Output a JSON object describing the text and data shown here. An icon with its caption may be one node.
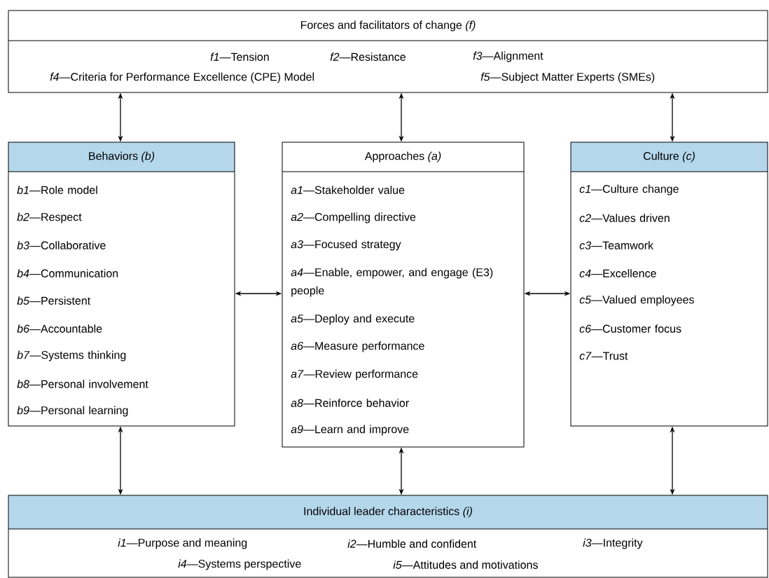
{
  "diagram": {
    "nodes": [
      {
        "text": [
          "Forces and facilitators of change *(f)*",
          "*f1*—Tension",
          "*f2*—Resistance",
          "*f3*—Alignment",
          "*f4*—Criteria for Performance Excellence (CPE) Model",
          "*f5*—Subject Matter Experts (SMEs)"
        ]
      },
      {
        "text": [
          "Behaviors *(b)*",
          "*b1*—Role model",
          "*b2*—Respect",
          "*b3*—Collaborative",
          "*b4*—Communication",
          "*b5*—Persistent",
          "*b6*—Accountable",
          "*b7*—Systems thinking",
          "*b8*—Personal involvement",
          "*b9*—Personal learning"
        ]
      },
      {
        "text": [
          "Approaches *(a)*",
          "*a1*—Stakeholder value",
          "*a2*—Compelling directive",
          "*a3*—Focused strategy",
          "*a4*—Enable, empower, and engage (E3) people",
          "*a5*—Deploy and execute",
          "*a6*—Measure performance",
          "*a7*—Review performance",
          "*a8*—Reinforce behavior",
          "*a9*—Learn and improve"
        ]
      },
      {
        "text": [
          "Culture *(c)*",
          "*c1*—Culture change",
          "*c2*—Values driven",
          "*c3*—Teamwork",
          "*c4*—Excellence",
          "*c5*—Valued employees",
          "*c6*—Customer focus",
          "*c7*—Trust"
        ]
      },
      {
        "text": [
          "Individual leader characteristics *(i)*",
          "*i1*—Purpose and meaning",
          "*i2*—Humble and confident",
          "*i3*—Integrity",
          "*i4*—Systems perspective",
          "*i5*—Attitudes and motivations"
        ]
      }
    ],
    "edges": [
      {
        "from": 0,
        "to": 1,
        "arrow": "both"
      },
      {
        "from": 0,
        "to": 2,
        "arrow": "both"
      },
      {
        "from": 0,
        "to": 3,
        "arrow": "both"
      },
      {
        "from": 1,
        "to": 2,
        "arrow": "both"
      },
      {
        "from": 2,
        "to": 3,
        "arrow": "both"
      },
      {
        "from": 1,
        "to": 4,
        "arrow": "both"
      },
      {
        "from": 2,
        "to": 4,
        "arrow": "both"
      },
      {
        "from": 3,
        "to": 4,
        "arrow": "both"
      }
    ]
  }
}
